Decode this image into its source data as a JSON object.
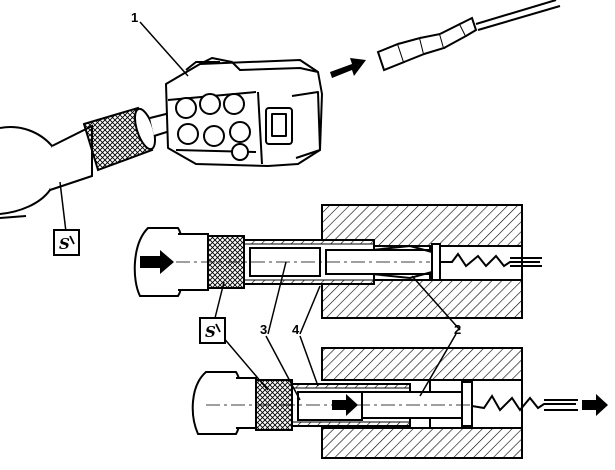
{
  "callouts": {
    "c1": "1",
    "c2a": "2",
    "c2b": "2",
    "c3": "3",
    "c4": "4"
  },
  "tool_symbols": {
    "top": "S",
    "middle": "S"
  },
  "colors": {
    "line": "#000000",
    "background": "#ffffff",
    "hatch": "#000000"
  }
}
